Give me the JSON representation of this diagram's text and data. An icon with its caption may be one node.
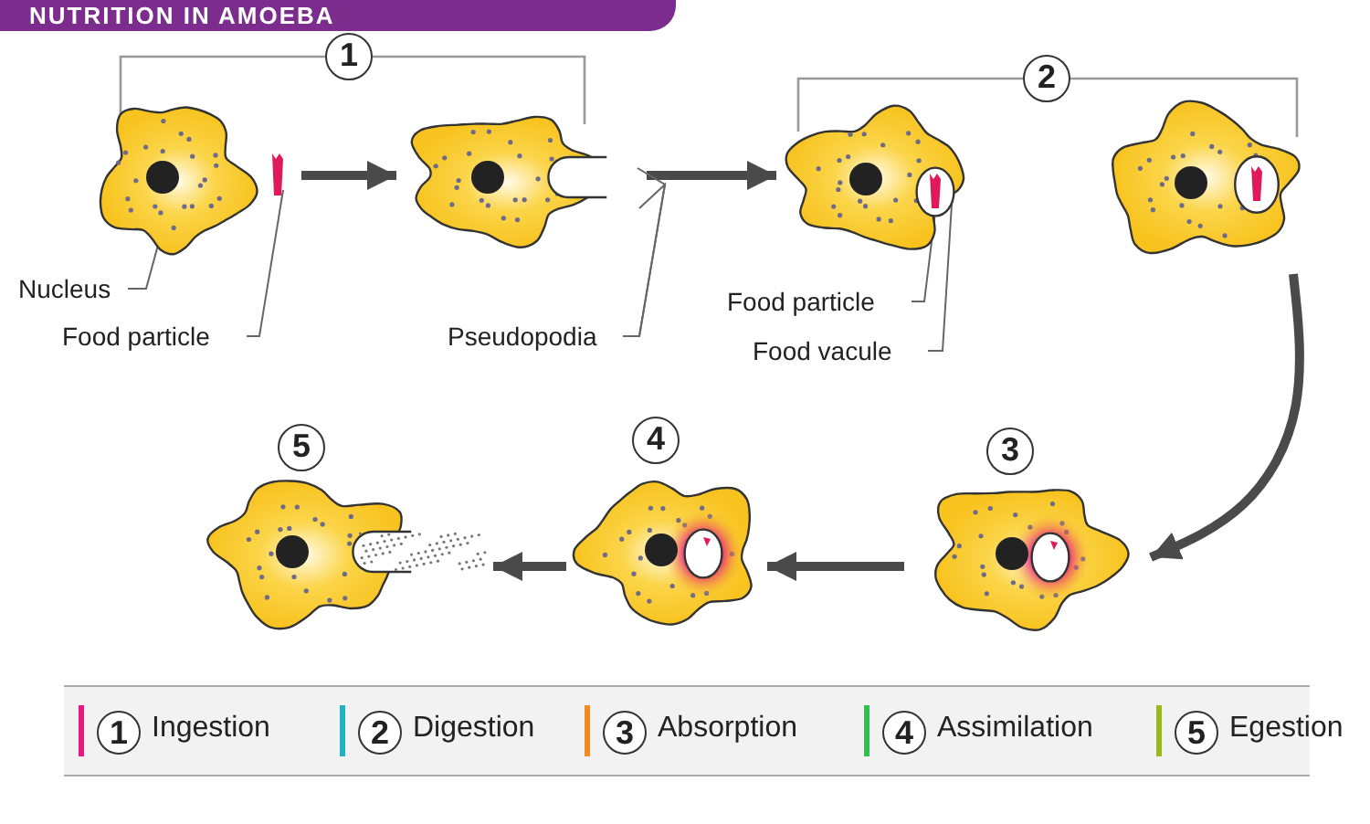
{
  "diagram": {
    "title": "NUTRITION IN AMOEBA",
    "nodes": [
      {
        "text": [
          "1"
        ]
      },
      {
        "text": [],
        "shape": "picture"
      },
      {
        "text": [],
        "shape": "picture"
      },
      {
        "text": [
          "2"
        ]
      },
      {
        "text": [],
        "shape": "picture"
      },
      {
        "text": [],
        "shape": "picture"
      },
      {
        "text": [
          "Nucleus"
        ]
      },
      {
        "text": [
          "Food particle"
        ]
      },
      {
        "text": [
          "Pseudopodia"
        ]
      },
      {
        "text": [
          "Food particle"
        ]
      },
      {
        "text": [
          "Food vacule"
        ]
      },
      {
        "text": [
          "5"
        ]
      },
      {
        "text": [
          "4"
        ]
      },
      {
        "text": [
          "3"
        ]
      },
      {
        "text": [],
        "shape": "picture"
      },
      {
        "text": [],
        "shape": "picture"
      },
      {
        "text": [],
        "shape": "picture"
      },
      {
        "text": [
          "1"
        ]
      },
      {
        "text": [
          "2"
        ]
      },
      {
        "text": [
          "3"
        ]
      },
      {
        "text": [
          "4"
        ]
      },
      {
        "text": [
          "5"
        ]
      }
    ],
    "edges": [
      {
        "from": 1,
        "to": 2,
        "arrow": "to",
        "style": "thick"
      },
      {
        "from": 2,
        "to": 4,
        "arrow": "to",
        "style": "thick"
      },
      {
        "from": 5,
        "to": 16,
        "arrow": "to",
        "style": "thick"
      },
      {
        "from": 16,
        "to": 15,
        "arrow": "to",
        "style": "thick"
      },
      {
        "from": 15,
        "to": 14,
        "arrow": "to",
        "style": "thick"
      },
      {
        "from": 6,
        "to": 1,
        "arrow": "none"
      },
      {
        "from": 7,
        "to": 1,
        "arrow": "none"
      },
      {
        "from": 8,
        "to": 2,
        "arrow": "none"
      },
      {
        "from": 8,
        "to": 2,
        "arrow": "none"
      },
      {
        "from": 9,
        "to": 4,
        "arrow": "none"
      },
      {
        "from": 10,
        "to": 4,
        "arrow": "none"
      }
    ],
    "legend": [
      {
        "text": "Ingestion",
        "color": "#e8197f"
      },
      {
        "text": "Digestion",
        "color": "#1eb2c4"
      },
      {
        "text": "Absorption",
        "color": "#f28a24"
      },
      {
        "text": "Assimilation",
        "color": "#35bd4f"
      },
      {
        "text": "Egestion",
        "color": "#98b81c"
      }
    ]
  }
}
